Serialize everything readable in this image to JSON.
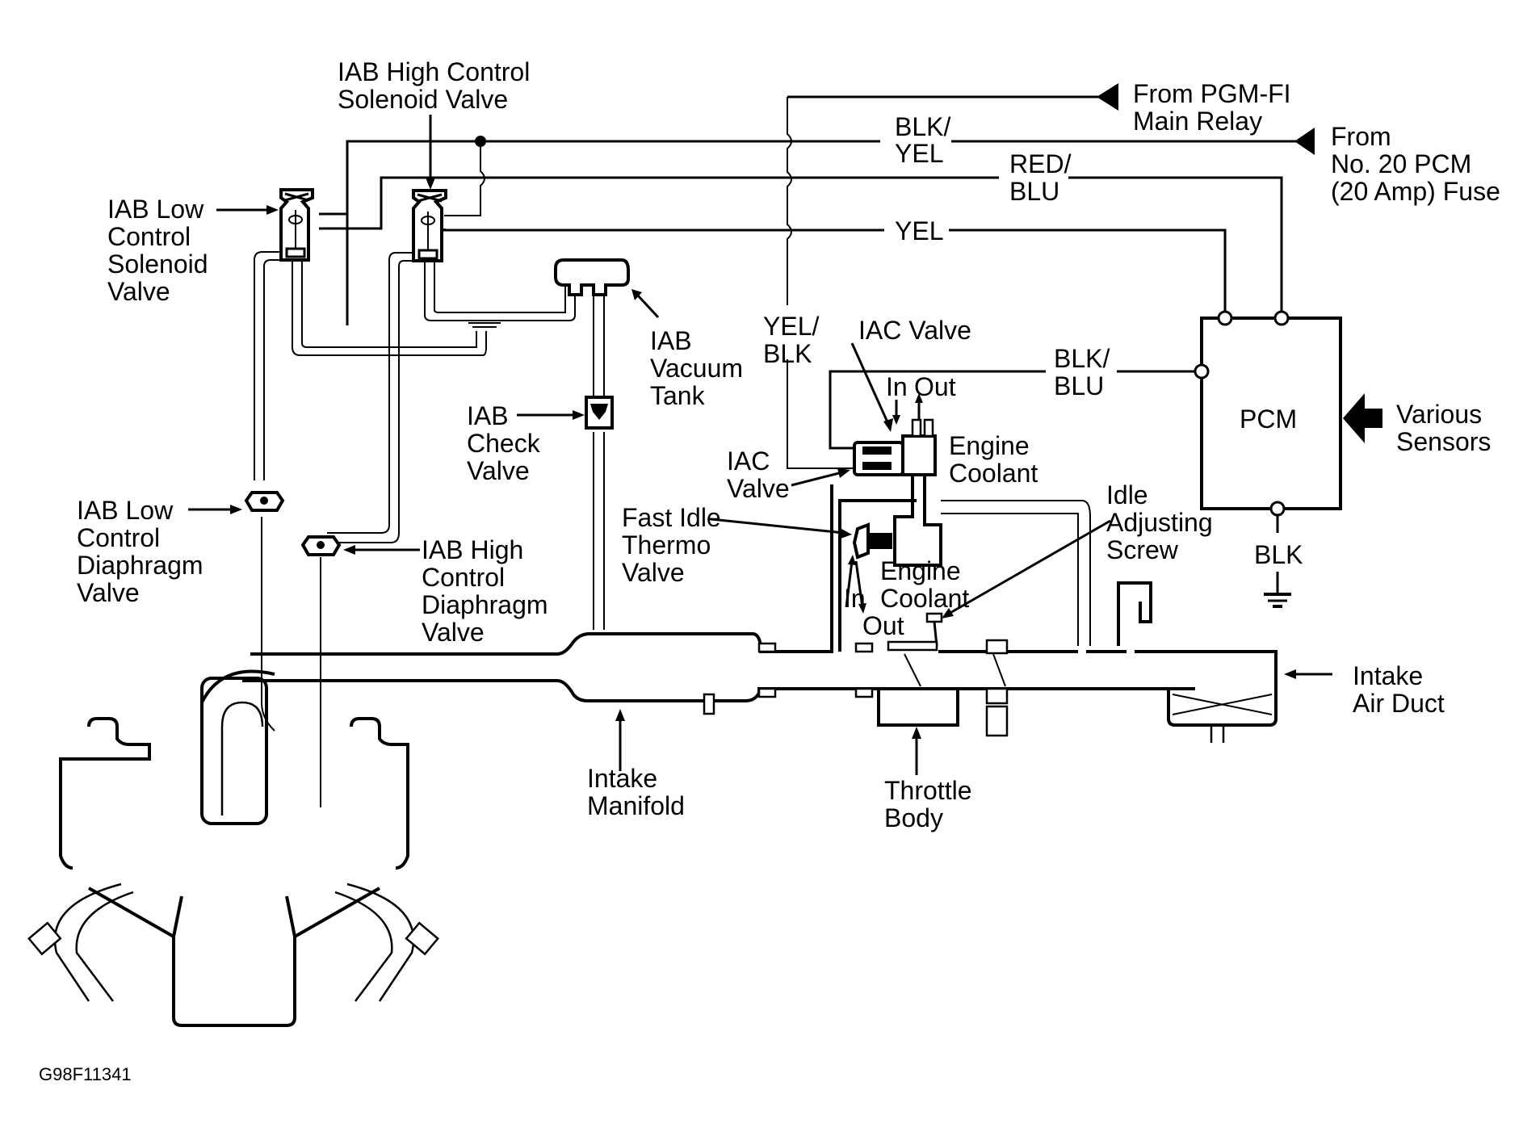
{
  "figure": {
    "id": "G98F11341",
    "colors": {
      "ink": "#000000",
      "background": "#ffffff"
    }
  },
  "labels": {
    "iab_high_solenoid": [
      "IAB High Control",
      "Solenoid Valve"
    ],
    "iab_low_solenoid": [
      "IAB Low",
      "Control",
      "Solenoid",
      "Valve"
    ],
    "iab_low_diaphragm": [
      "IAB Low",
      "Control",
      "Diaphragm",
      "Valve"
    ],
    "iab_high_diaphragm": [
      "IAB High",
      "Control",
      "Diaphragm",
      "Valve"
    ],
    "iab_vacuum_tank": [
      "IAB",
      "Vacuum",
      "Tank"
    ],
    "iab_check_valve": [
      "IAB",
      "Check",
      "Valve"
    ],
    "iac_valve_top": [
      "IAC Valve"
    ],
    "iac_valve_left": [
      "IAC",
      "Valve"
    ],
    "fast_idle_thermo": [
      "Fast Idle",
      "Thermo",
      "Valve"
    ],
    "engine_coolant_upper": [
      "Engine",
      "Coolant"
    ],
    "engine_coolant_lower": [
      "Engine",
      "Coolant"
    ],
    "in_upper": "In",
    "out_upper": "Out",
    "in_lower": "In",
    "out_lower": "Out",
    "idle_adjusting_screw": [
      "Idle",
      "Adjusting",
      "Screw"
    ],
    "intake_air_duct": [
      "Intake",
      "Air Duct"
    ],
    "intake_manifold": [
      "Intake",
      "Manifold"
    ],
    "throttle_body": [
      "Throttle",
      "Body"
    ],
    "pcm": "PCM",
    "various_sensors": [
      "Various",
      "Sensors"
    ],
    "from_pgmfi": [
      "From PGM-FI",
      "Main Relay"
    ],
    "from_fuse": [
      "From",
      "No. 20 PCM",
      "(20 Amp) Fuse"
    ]
  },
  "wires": {
    "blk_yel": [
      "BLK/",
      "YEL"
    ],
    "red_blu": [
      "RED/",
      "BLU"
    ],
    "yel": "YEL",
    "yel_blk": [
      "YEL/",
      "BLK"
    ],
    "blk_blu": [
      "BLK/",
      "BLU"
    ],
    "blk_ground": "BLK"
  }
}
